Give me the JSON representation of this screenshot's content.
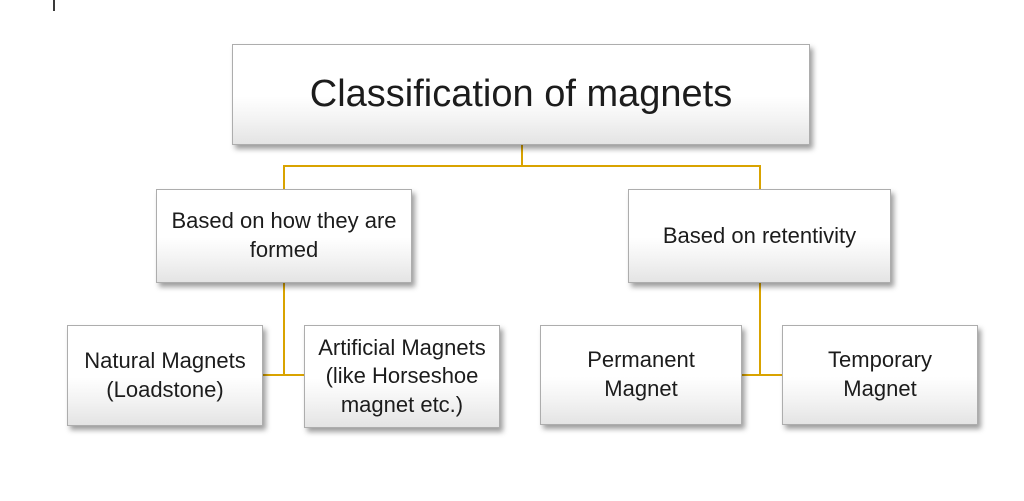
{
  "colors": {
    "connector_gold": "#D9A300",
    "text_color": "#1c1c1c",
    "box_border": "#ADADAD"
  },
  "diagram": {
    "root": {
      "label": "Classification of magnets"
    },
    "branches": {
      "formed": {
        "lines": [
          "Based on how they are",
          "formed"
        ]
      },
      "retentivity": {
        "lines": [
          "Based on retentivity"
        ]
      }
    },
    "leaves": {
      "natural": {
        "lines": [
          "Natural Magnets",
          "(Loadstone)"
        ]
      },
      "artificial": {
        "lines": [
          "Artificial Magnets",
          "(like Horseshoe",
          "magnet etc.)"
        ]
      },
      "permanent": {
        "lines": [
          "Permanent",
          "Magnet"
        ]
      },
      "temporary": {
        "lines": [
          "Temporary",
          "Magnet"
        ]
      }
    }
  }
}
